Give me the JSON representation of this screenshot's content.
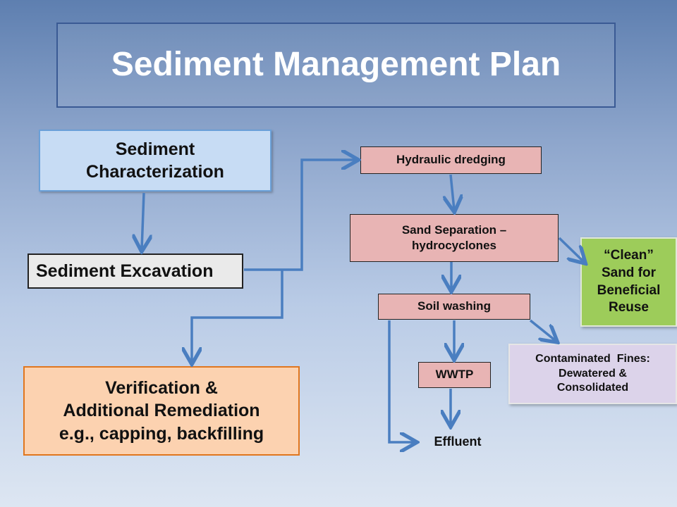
{
  "title": "Sediment Management Plan",
  "nodes": {
    "characterization": [
      "Sediment",
      "Characterization"
    ],
    "excavation": "Sediment Excavation",
    "verification": [
      "Verification &",
      "Additional Remediation",
      "e.g., capping, backfilling"
    ],
    "hydraulic_dredging": "Hydraulic dredging",
    "sand_separation": [
      "Sand Separation –",
      "hydrocyclones"
    ],
    "soil_washing": "Soil washing",
    "wwtp": "WWTP",
    "effluent": "Effluent",
    "clean_sand": [
      "“Clean”",
      "Sand for",
      "Beneficial",
      "Reuse"
    ],
    "contaminated_fines": [
      "Contaminated  Fines:",
      "Dewatered &",
      "Consolidated"
    ]
  },
  "colors": {
    "arrow": "#4a7ec0",
    "title_border": "#3a5a94"
  }
}
